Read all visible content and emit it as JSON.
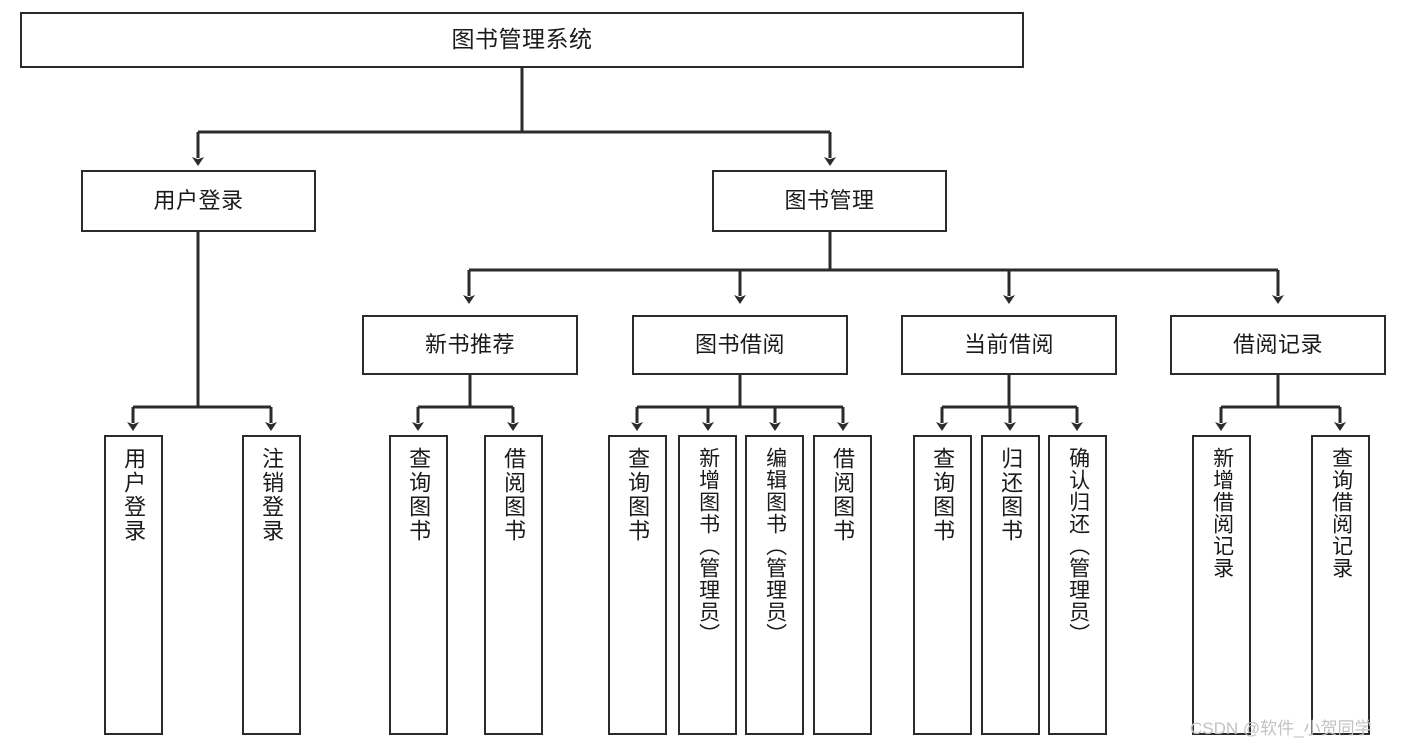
{
  "diagram": {
    "title": "图书管理系统",
    "type": "tree-hierarchy-chart",
    "orientation": "top-down",
    "theme": {
      "background": "#ffffff",
      "box_border": "#2b2b2b",
      "box_fill": "#ffffff",
      "text": "#1a1a1a",
      "connector": "#2b2b2b",
      "watermark_text": "#c2c2c2"
    }
  },
  "nodes": {
    "root": {
      "label": "图书管理系统",
      "level": 0
    },
    "level1": [
      {
        "id": "user-login",
        "label": "用户登录"
      },
      {
        "id": "book-manage",
        "label": "图书管理"
      }
    ],
    "level2": [
      {
        "id": "new-book-recommend",
        "label": "新书推荐"
      },
      {
        "id": "book-borrow",
        "label": "图书借阅"
      },
      {
        "id": "current-borrow",
        "label": "当前借阅"
      },
      {
        "id": "borrow-record",
        "label": "借阅记录"
      }
    ],
    "leaves": {
      "user-login": [
        {
          "id": "leaf-user-login",
          "label": "用户登录"
        },
        {
          "id": "leaf-logout-login",
          "label": "注销登录"
        }
      ],
      "new-book-recommend": [
        {
          "id": "leaf-query-book-1",
          "label": "查询图书"
        },
        {
          "id": "leaf-borrow-book-1",
          "label": "借阅图书"
        }
      ],
      "book-borrow": [
        {
          "id": "leaf-query-book-2",
          "label": "查询图书"
        },
        {
          "id": "leaf-add-book",
          "label": "新增图书（管理员）"
        },
        {
          "id": "leaf-edit-book",
          "label": "编辑图书（管理员）"
        },
        {
          "id": "leaf-borrow-book-2",
          "label": "借阅图书"
        }
      ],
      "current-borrow": [
        {
          "id": "leaf-query-book-3",
          "label": "查询图书"
        },
        {
          "id": "leaf-return-book",
          "label": "归还图书"
        },
        {
          "id": "leaf-confirm-return",
          "label": "确认归还（管理员）"
        }
      ],
      "borrow-record": [
        {
          "id": "leaf-add-record",
          "label": "新增借阅记录"
        },
        {
          "id": "leaf-query-record",
          "label": "查询借阅记录"
        }
      ]
    }
  },
  "watermark": {
    "text": "CSDN @软件_小贺同学"
  }
}
